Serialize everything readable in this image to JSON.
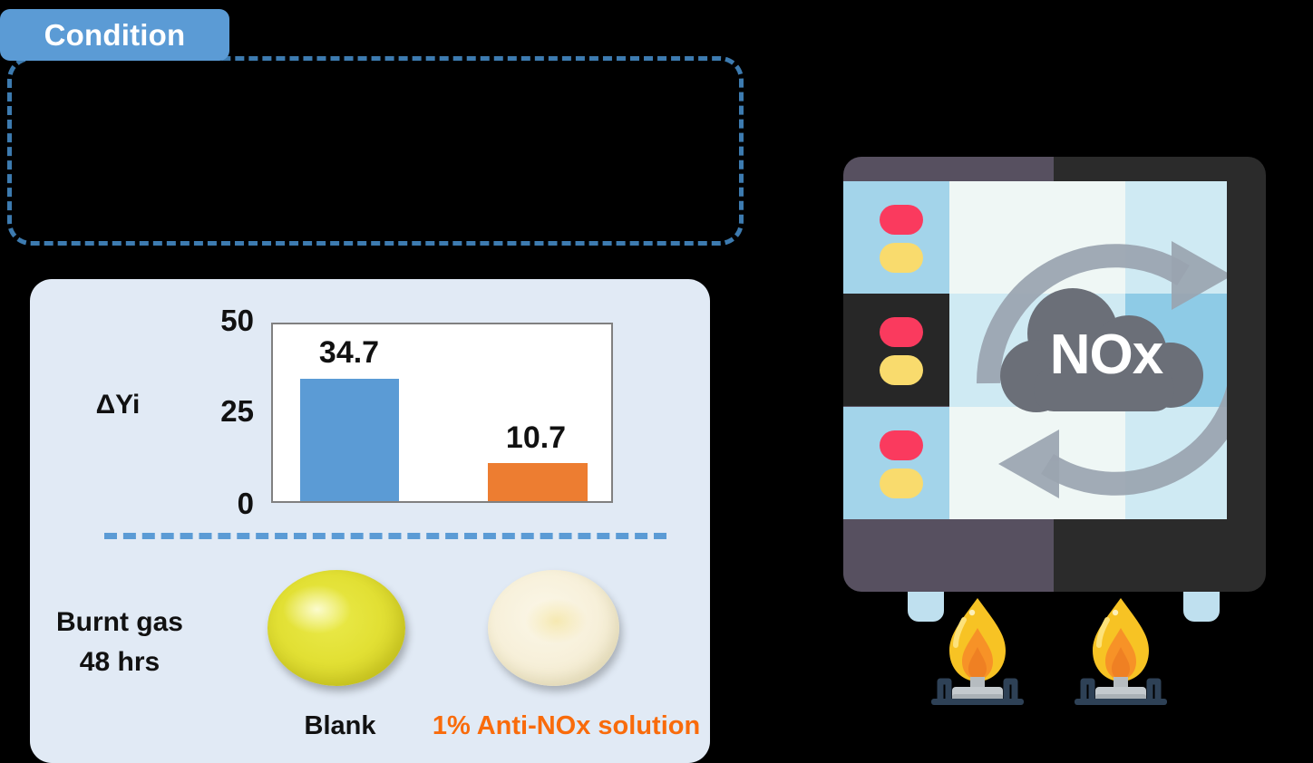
{
  "meta": {
    "background_color": "#000000",
    "accent_blue": "#5b9bd5",
    "accent_orange": "#ed7d31",
    "label_orange": "#f96b0b",
    "panel_color": "#e1eaf5",
    "dashed_border_color": "#3d7bb0"
  },
  "condition": {
    "tab_label": "Condition",
    "box_content": ""
  },
  "chart_data": {
    "type": "bar",
    "title": "",
    "xlabel": "",
    "ylabel": "ΔYi",
    "categories": [
      "Blank",
      "1% Anti-NOx solution"
    ],
    "values": [
      34.7,
      10.7
    ],
    "value_labels": [
      "34.7",
      "10.7"
    ],
    "bar_colors": [
      "#5b9bd5",
      "#ed7d31"
    ],
    "ylim": [
      0,
      50
    ],
    "yticks": [
      "50",
      "25",
      "0"
    ],
    "grid": false,
    "legend": "none"
  },
  "samples": {
    "condition_line1": "Burnt gas",
    "condition_line2": "48 hrs",
    "items": [
      {
        "label": "Blank",
        "label_color": "#111111",
        "swatch": "yellow-pellet"
      },
      {
        "label": "1% Anti-NOx solution",
        "label_color": "#f96b0b",
        "swatch": "cream-pellet"
      }
    ]
  },
  "chamber": {
    "cloud_text": "NOx",
    "icon_names": [
      "recycle-arrows-icon",
      "nox-cloud-icon",
      "indicator-lamp-red",
      "indicator-lamp-yellow",
      "gas-burner-icon"
    ],
    "indicator_rows": 3,
    "burners": 2
  }
}
